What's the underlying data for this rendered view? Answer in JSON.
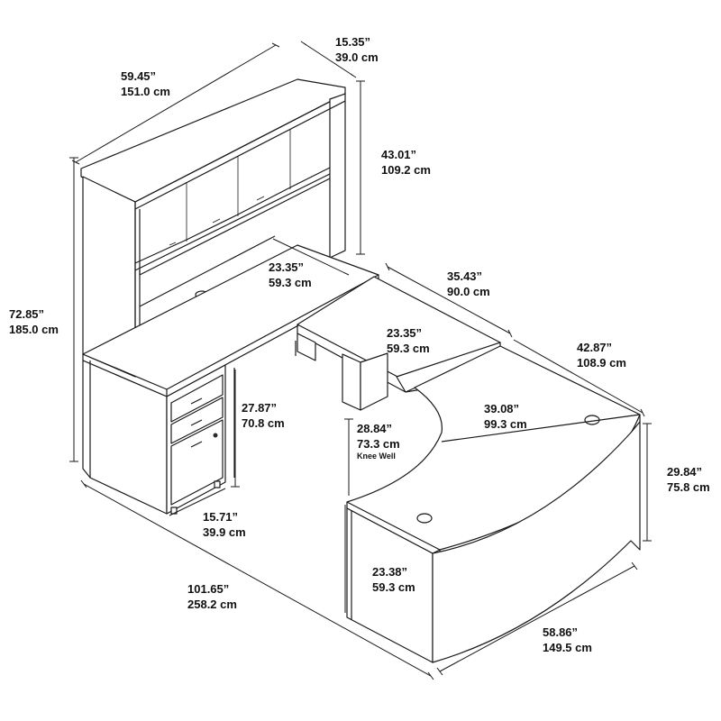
{
  "product": "U-shaped desk with hutch and mobile file cabinet",
  "dimensions": {
    "hutch_width": {
      "in": "59.45”",
      "cm": "151.0 cm"
    },
    "hutch_depth": {
      "in": "15.35”",
      "cm": "39.0 cm"
    },
    "hutch_height": {
      "in": "43.01”",
      "cm": "109.2 cm"
    },
    "overall_height": {
      "in": "72.85”",
      "cm": "185.0 cm"
    },
    "credenza_depth": {
      "in": "23.35”",
      "cm": "59.3 cm"
    },
    "bridge_length": {
      "in": "35.43”",
      "cm": "90.0 cm"
    },
    "bridge_depth": {
      "in": "23.35”",
      "cm": "59.3 cm"
    },
    "desk_depth": {
      "in": "42.87”",
      "cm": "108.9 cm"
    },
    "bow_depth": {
      "in": "39.08”",
      "cm": "99.3 cm"
    },
    "file_height": {
      "in": "27.87”",
      "cm": "70.8 cm"
    },
    "knee_well": {
      "in": "28.84”",
      "cm": "73.3 cm",
      "note": "Knee Well"
    },
    "desk_height": {
      "in": "29.84”",
      "cm": "75.8 cm"
    },
    "file_width": {
      "in": "15.71”",
      "cm": "39.9 cm"
    },
    "overall_length": {
      "in": "101.65”",
      "cm": "258.2 cm"
    },
    "pedestal_depth": {
      "in": "23.38”",
      "cm": "59.3 cm"
    },
    "desk_width": {
      "in": "58.86”",
      "cm": "149.5 cm"
    }
  }
}
